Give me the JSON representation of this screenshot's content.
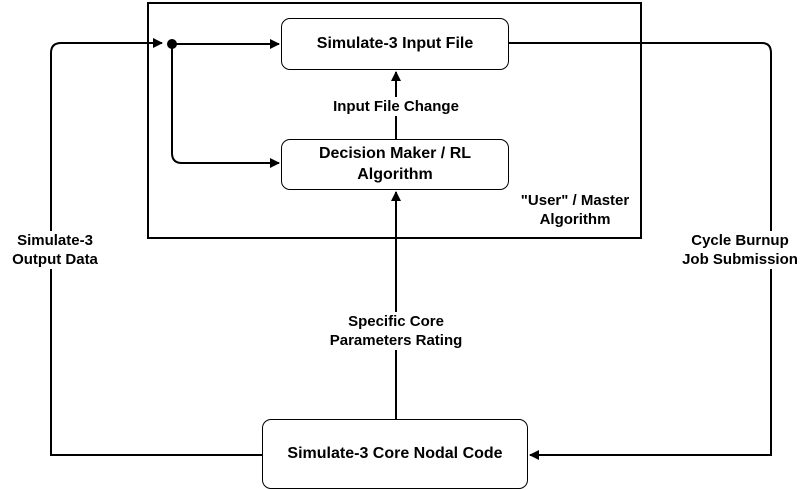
{
  "nodes": {
    "input_file": "Simulate-3 Input File",
    "decision_maker": "Decision Maker / RL Algorithm",
    "core_code": "Simulate-3 Core Nodal Code"
  },
  "labels": {
    "input_file_change": "Input File Change",
    "master_algorithm_line1": "\"User\" / Master",
    "master_algorithm_line2": "Algorithm",
    "output_data_line1": "Simulate-3",
    "output_data_line2": "Output Data",
    "job_submission_line1": "Cycle Burnup",
    "job_submission_line2": "Job Submission",
    "parameters_rating_line1": "Specific Core",
    "parameters_rating_line2": "Parameters Rating"
  },
  "colors": {
    "stroke": "#000000",
    "background": "#ffffff"
  }
}
